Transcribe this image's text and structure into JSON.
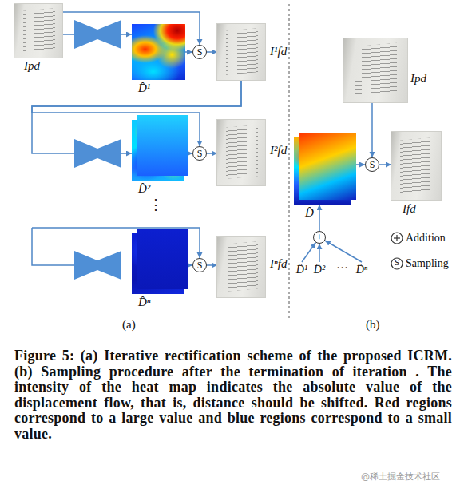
{
  "diagram": {
    "caption": "Figure 5: (a) Iterative rectification scheme of the proposed ICRM. (b) Sampling procedure after the termination of iteration . The intensity of the heat map indicates the absolute value of the displacement flow, that is, distance should be shifted. Red regions correspond to a large value and blue regions correspond to a small value.",
    "nodes": [
      {
        "text": [
          "Ipd"
        ]
      },
      {
        "text": [
          "D̂¹"
        ]
      },
      {
        "text": [
          "S"
        ]
      },
      {
        "text": [
          "I¹fd"
        ]
      },
      {
        "text": [
          "D̂²"
        ]
      },
      {
        "text": [
          "S"
        ]
      },
      {
        "text": [
          "I²fd"
        ]
      },
      {
        "text": [
          "D̂ⁿ"
        ]
      },
      {
        "text": [
          "S"
        ]
      },
      {
        "text": [
          "Iⁿfd"
        ]
      },
      {
        "text": [
          "Ipd"
        ]
      },
      {
        "text": [
          "D̂"
        ]
      },
      {
        "text": [
          "S"
        ]
      },
      {
        "text": [
          "Ifd"
        ]
      },
      {
        "text": [
          "+"
        ]
      },
      {
        "text": [
          "D̂¹"
        ]
      },
      {
        "text": [
          "D̂²"
        ]
      },
      {
        "text": [
          "D̂ⁿ"
        ]
      }
    ],
    "edges": [
      {
        "from": 0,
        "to": 1,
        "arrow": "to"
      },
      {
        "from": 0,
        "to": 2,
        "arrow": "to"
      },
      {
        "from": 1,
        "to": 2,
        "arrow": "to"
      },
      {
        "from": 2,
        "to": 3,
        "arrow": "to"
      },
      {
        "from": 3,
        "to": 4,
        "arrow": "to"
      },
      {
        "from": 3,
        "to": 5,
        "arrow": "to"
      },
      {
        "from": 4,
        "to": 5,
        "arrow": "to"
      },
      {
        "from": 5,
        "to": 6,
        "arrow": "to"
      },
      {
        "from": 7,
        "to": 8,
        "arrow": "to"
      },
      {
        "from": 8,
        "to": 9,
        "arrow": "to"
      },
      {
        "from": 10,
        "to": 12,
        "arrow": "to"
      },
      {
        "from": 11,
        "to": 12,
        "arrow": "to"
      },
      {
        "from": 12,
        "to": 13,
        "arrow": "to"
      },
      {
        "from": 15,
        "to": 14,
        "arrow": "to"
      },
      {
        "from": 16,
        "to": 14,
        "arrow": "to"
      },
      {
        "from": 17,
        "to": 14,
        "arrow": "to"
      },
      {
        "from": 14,
        "to": 11,
        "arrow": "to"
      }
    ],
    "labels": [
      "⋮",
      "···",
      "S",
      "(a)",
      "(b)",
      "@稀土掘金技术社区"
    ],
    "legend": [
      {
        "text": "Addition"
      },
      {
        "text": "Sampling"
      }
    ]
  }
}
